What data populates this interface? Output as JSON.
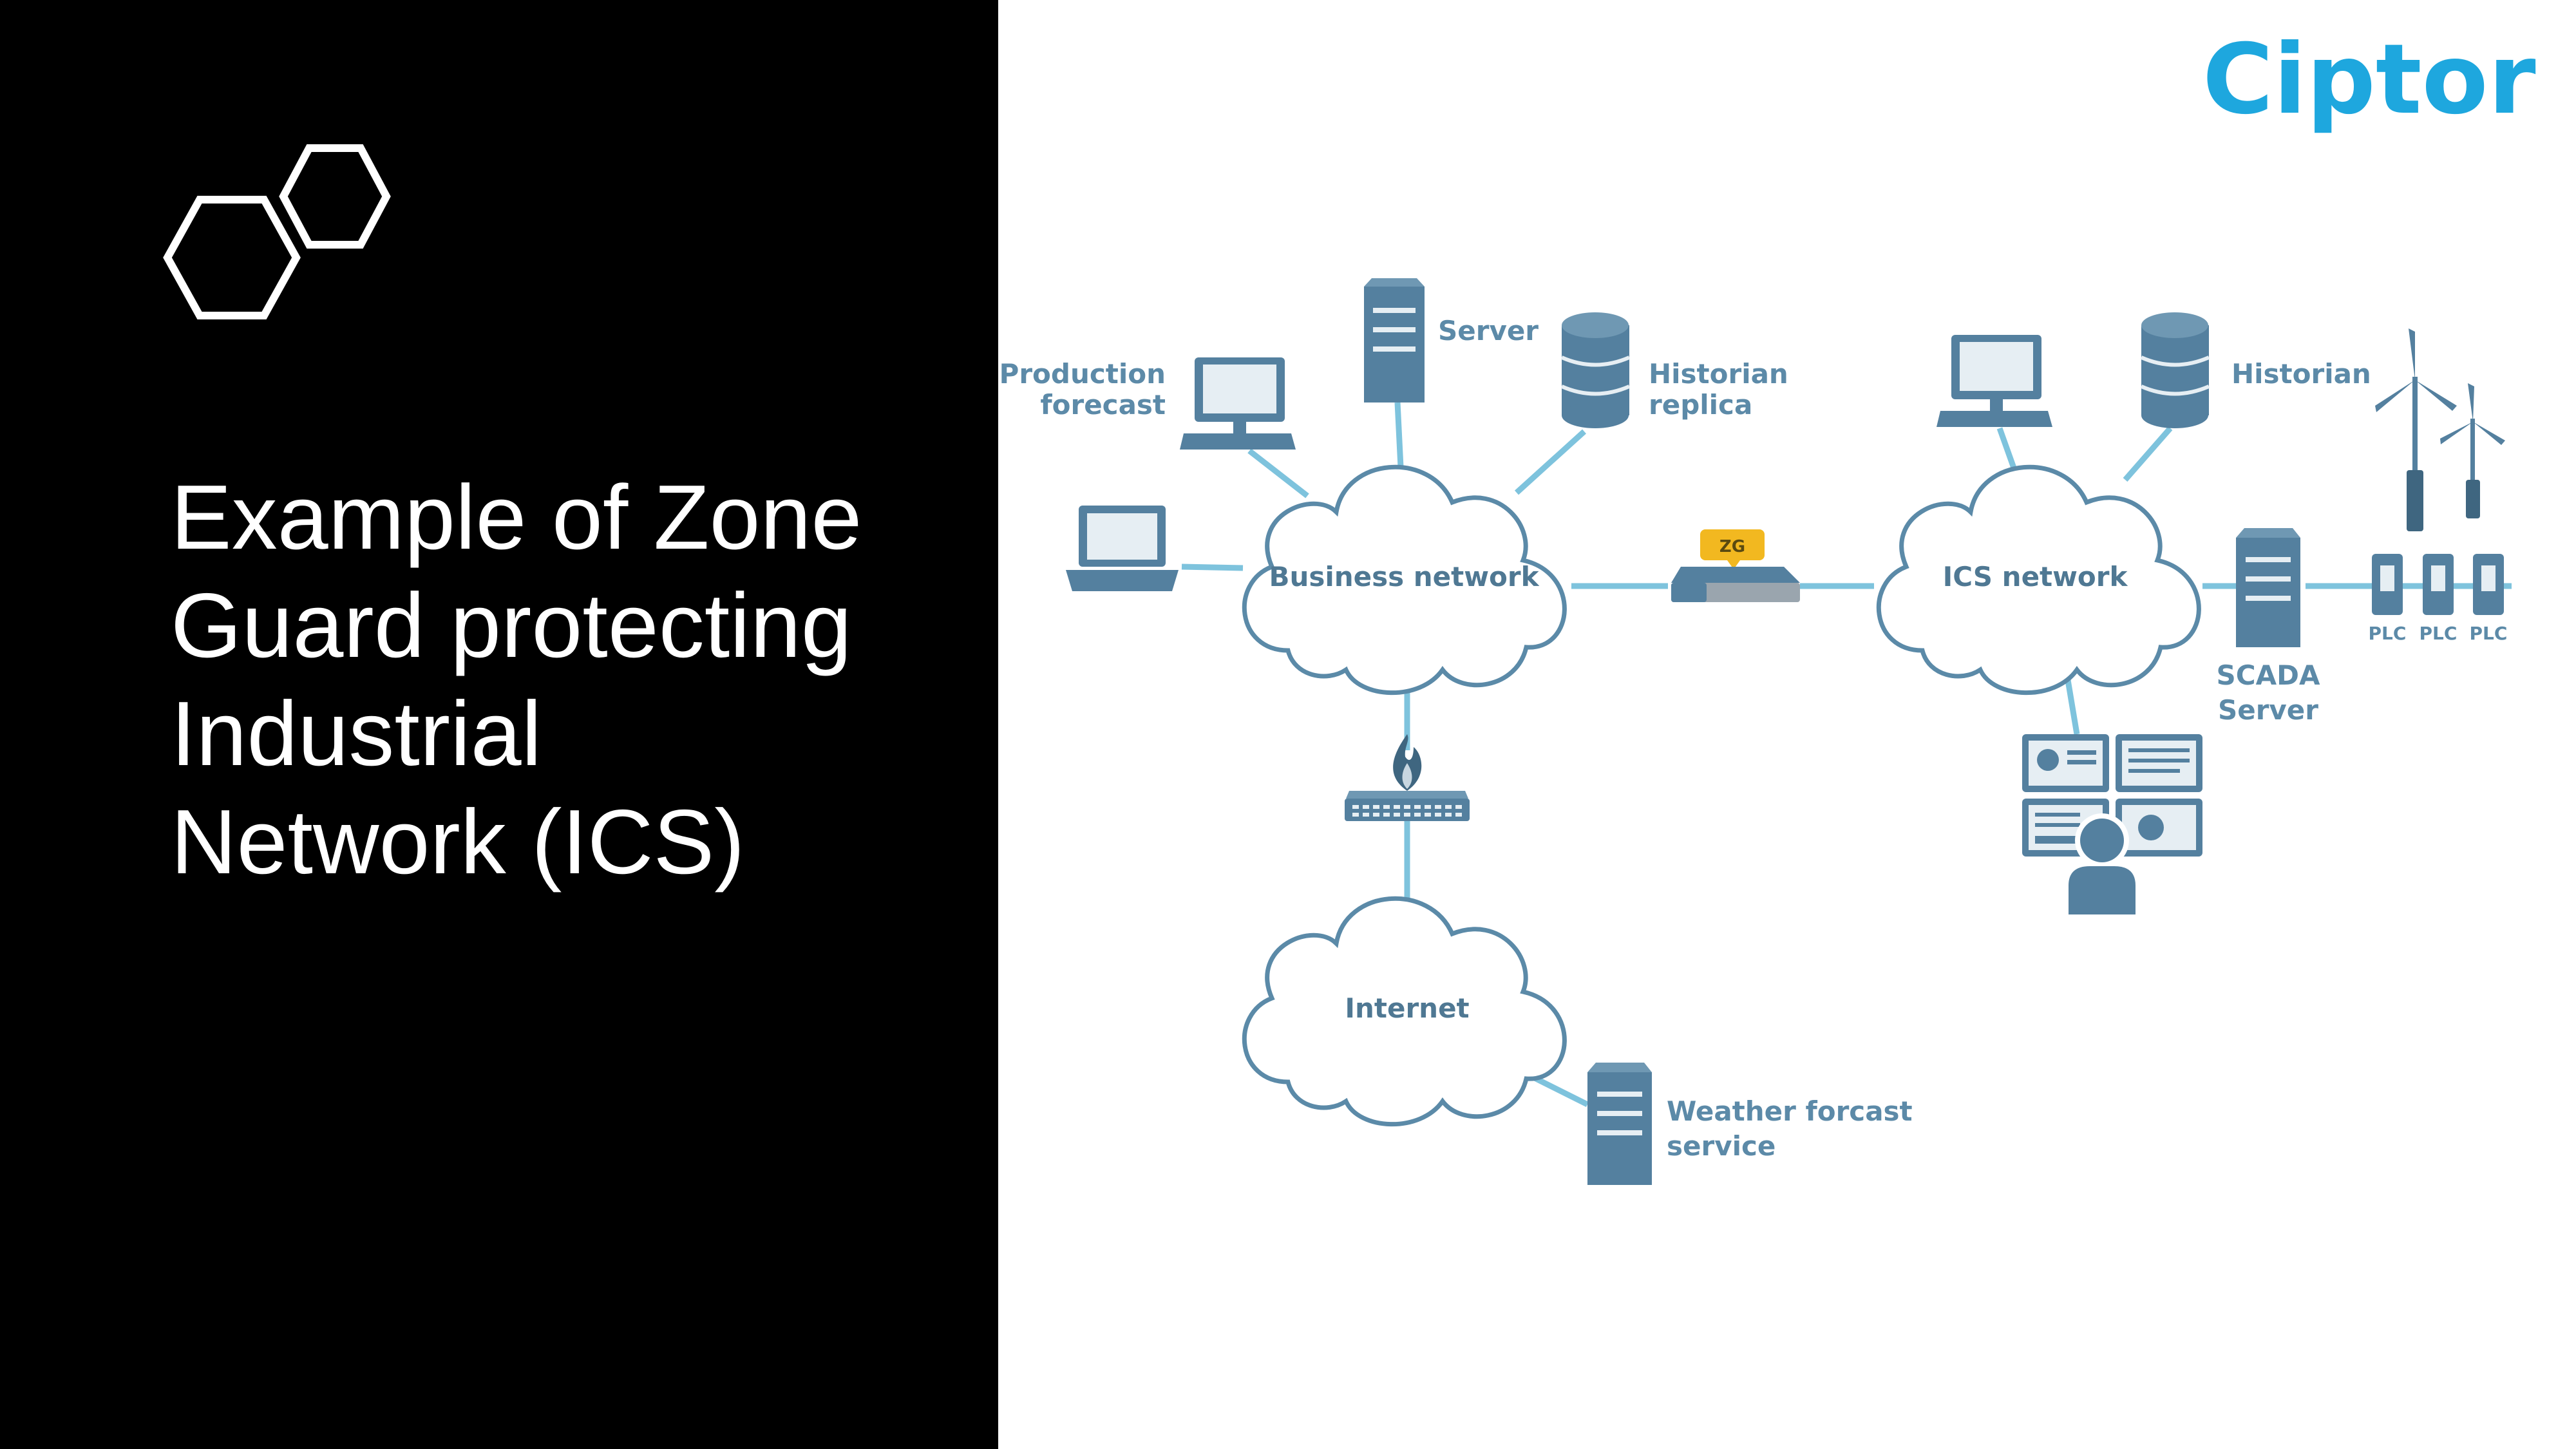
{
  "slide": {
    "title_lines": [
      "Example of Zone",
      "Guard protecting",
      "Industrial",
      "Network (ICS)"
    ]
  },
  "brand": {
    "logo_text": "Ciptor",
    "color": "#1ea7de"
  },
  "diagram": {
    "line_color": "#7ec3dd",
    "device_color": "#54809f",
    "clouds": {
      "business": "Business network",
      "ics": "ICS network",
      "internet": "Internet"
    },
    "labels": {
      "production_forecast": [
        "Production",
        "forecast"
      ],
      "server": "Server",
      "historian_replica": [
        "Historian",
        "replica"
      ],
      "historian": "Historian",
      "scada_server": [
        "SCADA",
        "Server"
      ],
      "weather_service": [
        "Weather forcast",
        "service"
      ],
      "zone_guard_badge": "ZG",
      "plc": [
        "PLC",
        "PLC",
        "PLC"
      ]
    },
    "icons": {
      "firewall": "firewall-icon",
      "zone_guard": "zone-guard-device-icon",
      "wind_turbines": "wind-turbine-icon",
      "operator": "operator-workstation-icon"
    }
  }
}
